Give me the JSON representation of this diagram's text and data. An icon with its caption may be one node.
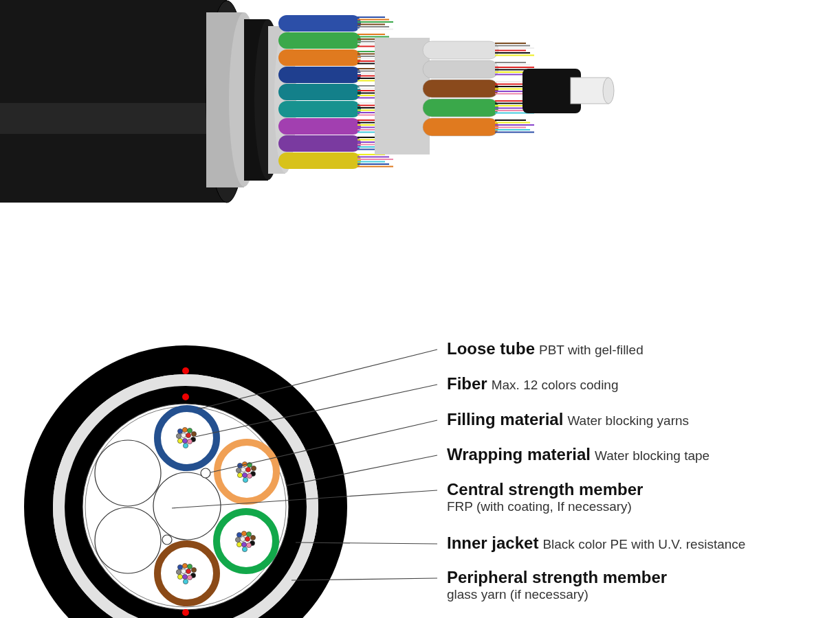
{
  "diagram": {
    "nodes": [
      {
        "text": [
          "Loose tube",
          "PBT with gel-filled"
        ]
      },
      {
        "text": [
          "Fiber",
          "Max. 12 colors coding"
        ]
      },
      {
        "text": [
          "Filling material",
          "Water blocking yarns"
        ]
      },
      {
        "text": [
          "Wrapping material",
          "Water blocking tape"
        ]
      },
      {
        "text": [
          "Central strength member",
          "FRP (with coating, If necessary)"
        ]
      },
      {
        "text": [
          "Inner jacket",
          "Black color PE with U.V. resistance"
        ]
      },
      {
        "text": [
          "Peripheral strength member",
          "glass yarn (if necessary)"
        ]
      },
      {
        "text": [],
        "shape": "circle",
        "in": 10
      },
      {
        "text": [],
        "shape": "circle",
        "in": 7
      },
      {
        "text": [],
        "shape": "circle",
        "in": 10
      },
      {
        "text": [],
        "shape": "circle",
        "in": 12
      },
      {
        "text": [],
        "shape": "circle",
        "in": 10
      },
      {
        "text": [],
        "shape": "circle",
        "in": 13
      },
      {
        "text": [],
        "shape": "circle"
      },
      {
        "text": [],
        "shape": "circle",
        "in": 10
      },
      {
        "text": [],
        "shape": "circle",
        "in": 10
      }
    ],
    "edges": [
      {
        "from": 0,
        "to": 7,
        "arrow": "none"
      },
      {
        "from": 1,
        "to": 8,
        "arrow": "none"
      },
      {
        "from": 2,
        "to": 9,
        "arrow": "none"
      },
      {
        "from": 3,
        "to": 10,
        "arrow": "none"
      },
      {
        "from": 4,
        "to": 11,
        "arrow": "none"
      },
      {
        "from": 5,
        "to": 12,
        "arrow": "none"
      },
      {
        "from": 6,
        "to": 13,
        "arrow": "none"
      }
    ]
  }
}
